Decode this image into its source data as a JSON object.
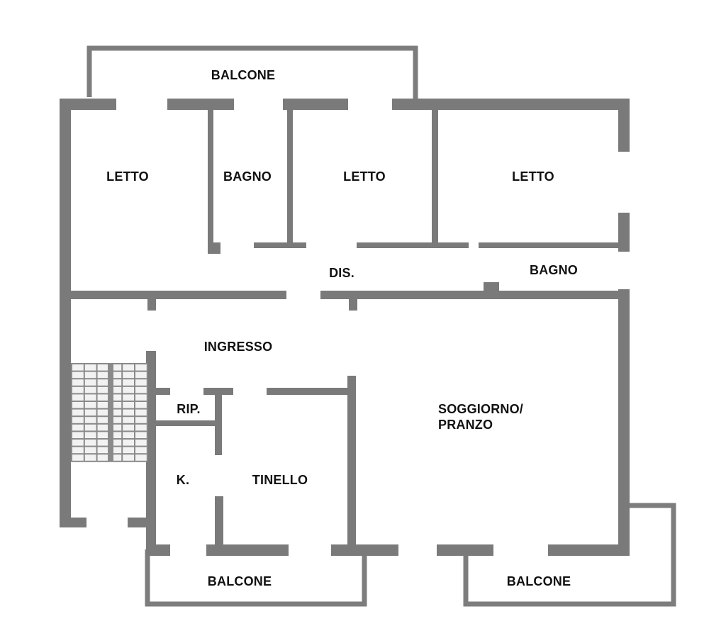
{
  "floorplan": {
    "colors": {
      "wall": "#7a7a7a",
      "balcony_outline": "#7d7d7d",
      "stairs": "#8a8a8a",
      "background": "#ffffff",
      "text": "#111111"
    },
    "rooms": {
      "balcone_top": "BALCONE",
      "letto_left": "LETTO",
      "bagno_top": "BAGNO",
      "letto_middle": "LETTO",
      "letto_right": "LETTO",
      "dis": "DIS.",
      "bagno_right": "BAGNO",
      "ingresso": "INGRESSO",
      "rip": "RIP.",
      "soggiorno_line1": "SOGGIORNO/",
      "soggiorno_line2": "PRANZO",
      "kitchen": "K.",
      "tinello": "TINELLO",
      "balcone_bottom_left": "BALCONE",
      "balcone_bottom_right": "BALCONE"
    }
  }
}
